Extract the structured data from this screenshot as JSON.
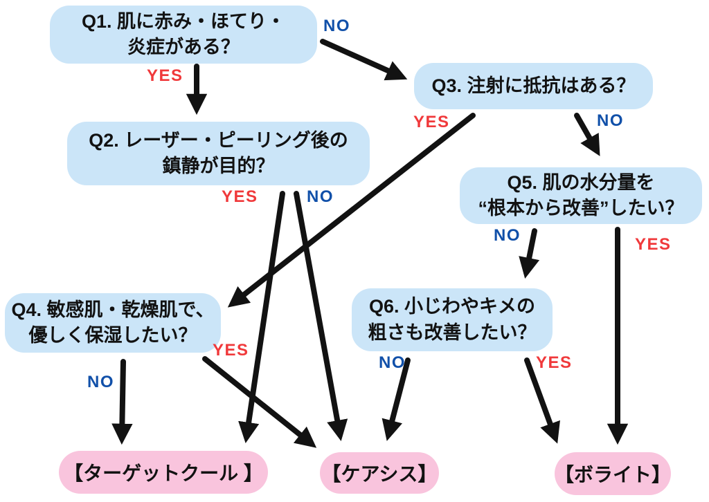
{
  "diagram": {
    "title": "skin-treatment decision flowchart",
    "colors": {
      "background": "#ffffff",
      "question_fill": "#cbe5f8",
      "result_fill": "#f9c4dd",
      "yes_label": "#f0393b",
      "no_label": "#1150a9",
      "arrow": "#121212",
      "text": "#121212"
    }
  },
  "nodes": {
    "q1": {
      "lines": [
        "Q1. 肌に赤み・ほてり・",
        "炎症がある？"
      ]
    },
    "q2": {
      "lines": [
        "Q2. レーザー・ピーリング後の",
        "鎮静が目的？"
      ]
    },
    "q3": {
      "lines": [
        "Q3. 注射に抵抗はある？"
      ]
    },
    "q4": {
      "lines": [
        "Q4. 敏感肌・乾燥肌で、",
        "優しく保湿したい？"
      ]
    },
    "q5": {
      "lines": [
        "Q5. 肌の水分量を",
        "“根本から改善”したい？"
      ]
    },
    "q6": {
      "lines": [
        "Q6. 小じわやキメの",
        "粗さも改善したい？"
      ]
    },
    "r_targetcool": {
      "label": "【ターゲットクール 】"
    },
    "r_caresys": {
      "label": "【ケアシス】"
    },
    "r_volite": {
      "label": "【ボライト】"
    }
  },
  "edges": {
    "q1_yes": {
      "from": "q1",
      "to": "q2",
      "label": "YES"
    },
    "q1_no": {
      "from": "q1",
      "to": "q3",
      "label": "NO"
    },
    "q2_yes": {
      "from": "q2",
      "to": "r_targetcool",
      "label": "YES"
    },
    "q2_no": {
      "from": "q2",
      "to": "r_caresys",
      "label": "NO"
    },
    "q3_yes": {
      "from": "q3",
      "to": "q4",
      "label": "YES"
    },
    "q3_no": {
      "from": "q3",
      "to": "q5",
      "label": "NO"
    },
    "q4_yes": {
      "from": "q4",
      "to": "r_caresys",
      "label": "YES"
    },
    "q4_no": {
      "from": "q4",
      "to": "r_targetcool",
      "label": "NO"
    },
    "q5_yes": {
      "from": "q5",
      "to": "r_volite",
      "label": "YES"
    },
    "q5_no": {
      "from": "q5",
      "to": "q6",
      "label": "NO"
    },
    "q6_yes": {
      "from": "q6",
      "to": "r_volite",
      "label": "YES"
    },
    "q6_no": {
      "from": "q6",
      "to": "r_caresys",
      "label": "NO"
    }
  }
}
